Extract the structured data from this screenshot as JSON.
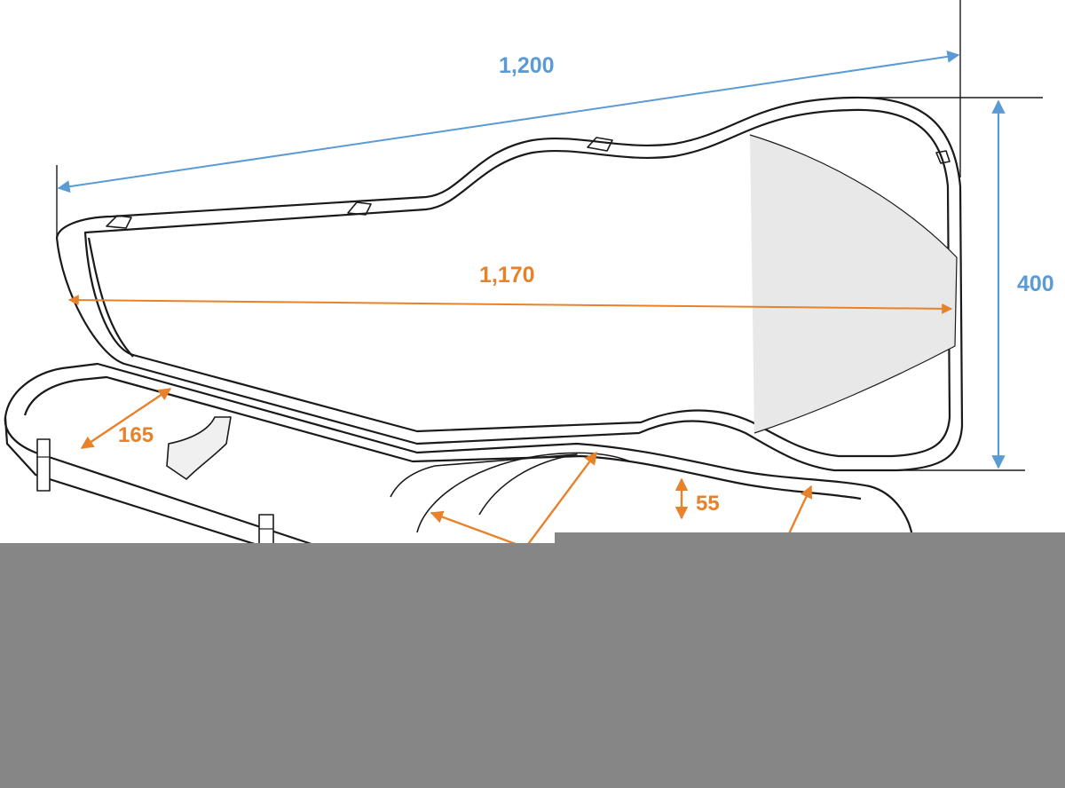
{
  "dimensions": {
    "overall_length": {
      "label": "1,200",
      "color": "#5B9BD5"
    },
    "interior_length": {
      "label": "1,170",
      "color": "#E8822A"
    },
    "overall_height": {
      "label": "400",
      "color": "#5B9BD5"
    },
    "interior_width": {
      "label": "165",
      "color": "#E8822A"
    },
    "depth": {
      "label": "55",
      "color": "#E8822A"
    }
  },
  "colors": {
    "outline": "#1a1a1a",
    "blue_dimension": "#5B9BD5",
    "orange_dimension": "#E8822A",
    "shading": "#e6e6e6",
    "occluding_overlay": "#868686",
    "background": "#ffffff"
  }
}
